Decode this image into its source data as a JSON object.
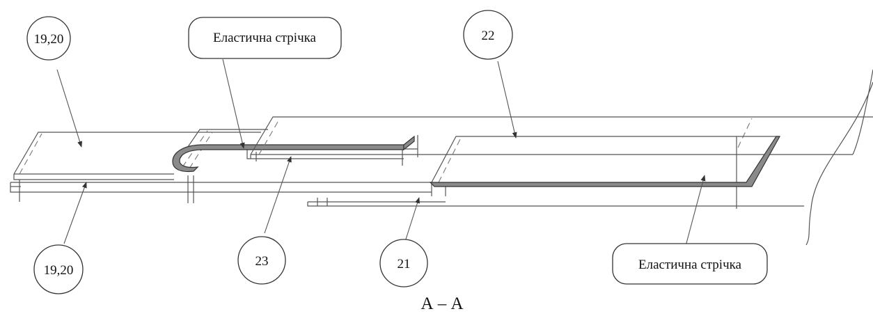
{
  "callouts": {
    "c1920_top": "19,20",
    "c1920_bottom": "19,20",
    "elastic_top": "Еластична стрічка",
    "c22": "22",
    "c23": "23",
    "c21": "21",
    "elastic_bottom": "Еластична стрічка"
  },
  "section_label": "А – А",
  "colors": {
    "line": "#555555",
    "tape": "#8a8a8a",
    "text": "#111111"
  }
}
